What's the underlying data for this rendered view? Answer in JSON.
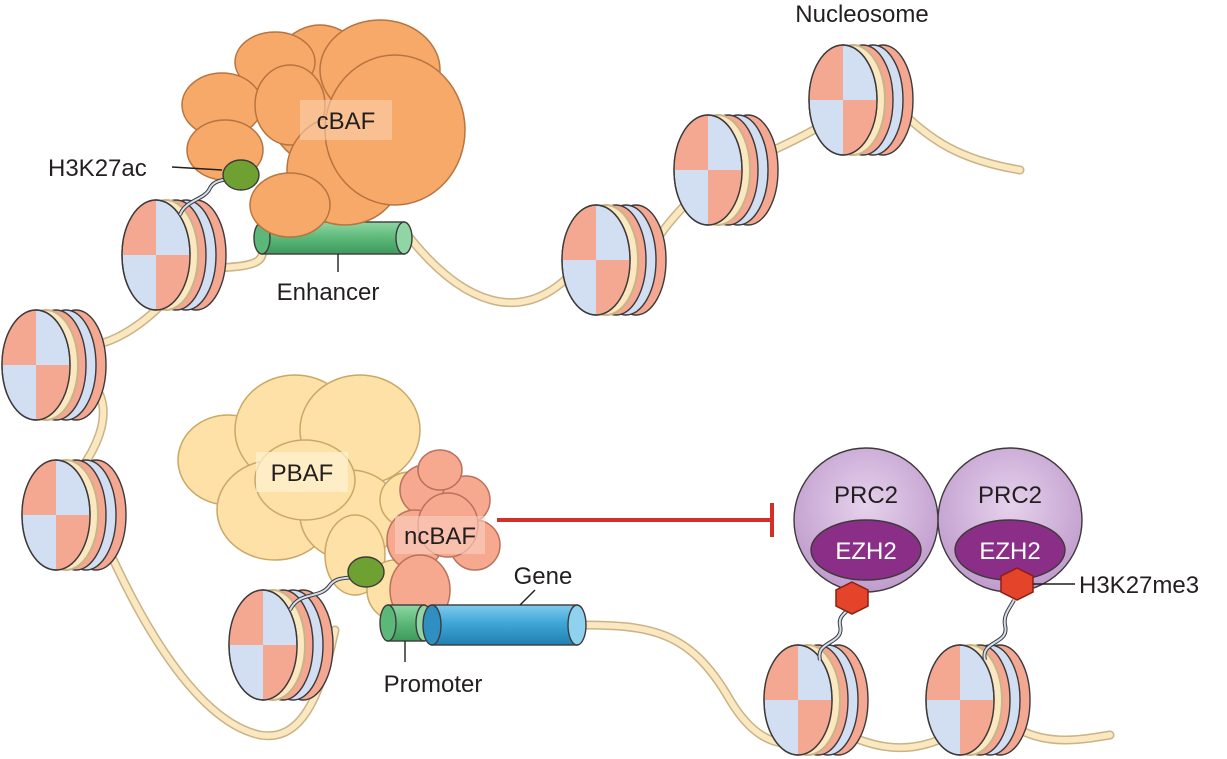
{
  "labels": {
    "nucleosome": "Nucleosome",
    "cbaf": "cBAF",
    "h3k27ac": "H3K27ac",
    "enhancer": "Enhancer",
    "pbaf": "PBAF",
    "ncbaf": "ncBAF",
    "gene": "Gene",
    "promoter": "Promoter",
    "prc2_left": "PRC2",
    "prc2_right": "PRC2",
    "ezh2_left": "EZH2",
    "ezh2_right": "EZH2",
    "h3k27me3": "H3K27me3"
  },
  "colors": {
    "cbaf": "#f7a96a",
    "pbaf": "#fde1a6",
    "ncbaf": "#f6a98f",
    "acetyl_mark": "#6ea131",
    "methyl_mark": "#e4442a",
    "enhancer": "#5cb878",
    "promoter": "#5cb878",
    "gene": "#3fa7d6",
    "prc2": "#cdaad8",
    "ezh2": "#8a2e87",
    "dna": "#fbe7c0",
    "nucleosome_pink": "#f4a791",
    "nucleosome_blue": "#d2def1",
    "inhibition": "#d3302a"
  }
}
